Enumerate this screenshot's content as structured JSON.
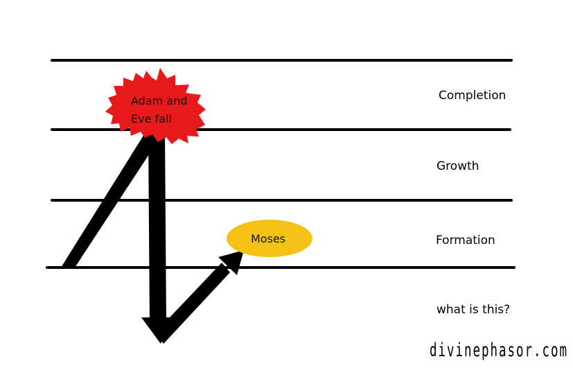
{
  "levels": [
    {
      "label": "Completion"
    },
    {
      "label": "Growth"
    },
    {
      "label": "Formation"
    },
    {
      "label": "what is this?"
    }
  ],
  "events": {
    "fall": {
      "line1": "Adam and",
      "line2": "Eve fall",
      "color": "#e8191b"
    },
    "moses": {
      "label": "Moses",
      "color": "#f6c216"
    }
  },
  "watermark": "divinephasor.com",
  "colors": {
    "lines": "#000000",
    "arrows": "#000000",
    "background": "#ffffff"
  }
}
